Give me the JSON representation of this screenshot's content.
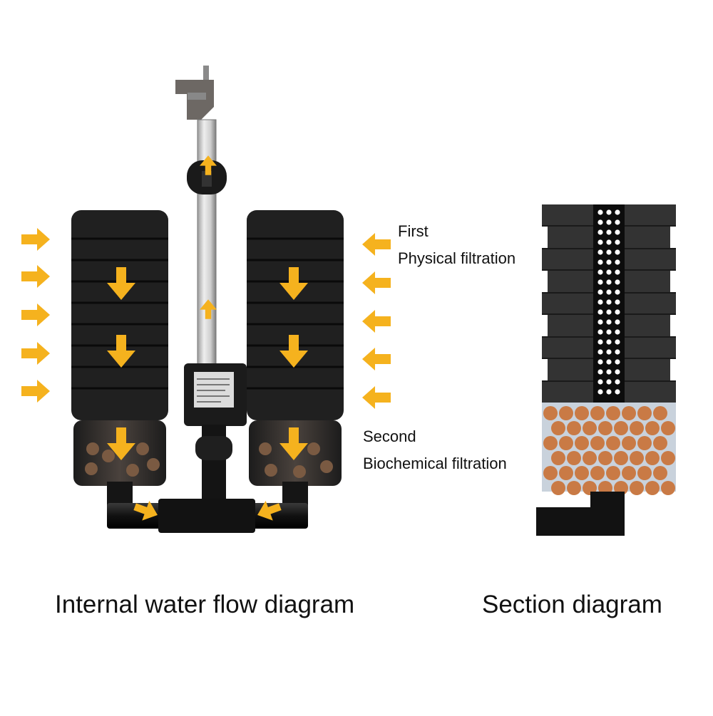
{
  "labels": {
    "stage1_line1": "First",
    "stage1_line2": "Physical filtration",
    "stage2_line1": "Second",
    "stage2_line2": "Biochemical filtration"
  },
  "captions": {
    "left": "Internal water flow diagram",
    "right": "Section diagram"
  },
  "colors": {
    "arrow": "#f5b21e",
    "sponge": "#202020",
    "ceramic_ball": "#c97a45",
    "pipe": "#161616",
    "background": "#ffffff"
  }
}
